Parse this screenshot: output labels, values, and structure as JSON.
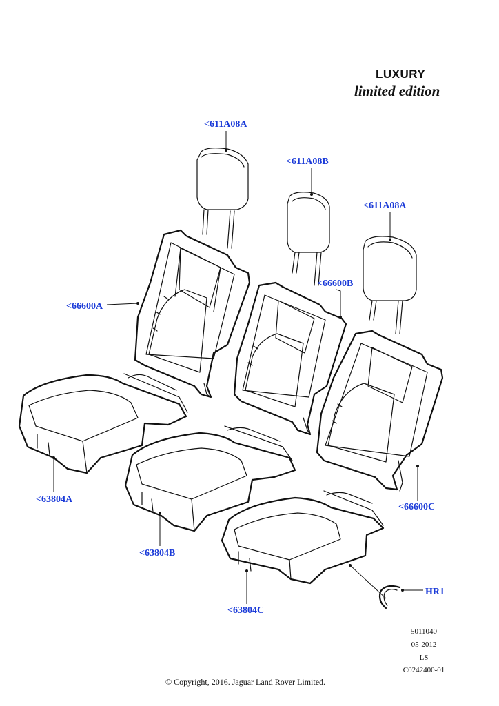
{
  "header": {
    "trim_line1": "LUXURY",
    "trim_line2": "limited edition"
  },
  "callouts": {
    "headrest_left": "<611A08A",
    "headrest_center": "<611A08B",
    "headrest_right": "<611A08A",
    "backrest_left": "<66600A",
    "backrest_center": "<66600B",
    "backrest_right": "<66600C",
    "cushion_left": "<63804A",
    "cushion_center": "<63804B",
    "cushion_right": "<63804C",
    "clip": "HR1"
  },
  "footer": {
    "ref_number": "5011040",
    "date": "05-2012",
    "region": "LS",
    "illustration_code": "C0242400-01",
    "copyright": "© Copyright, 2016. Jaguar Land Rover Limited."
  }
}
